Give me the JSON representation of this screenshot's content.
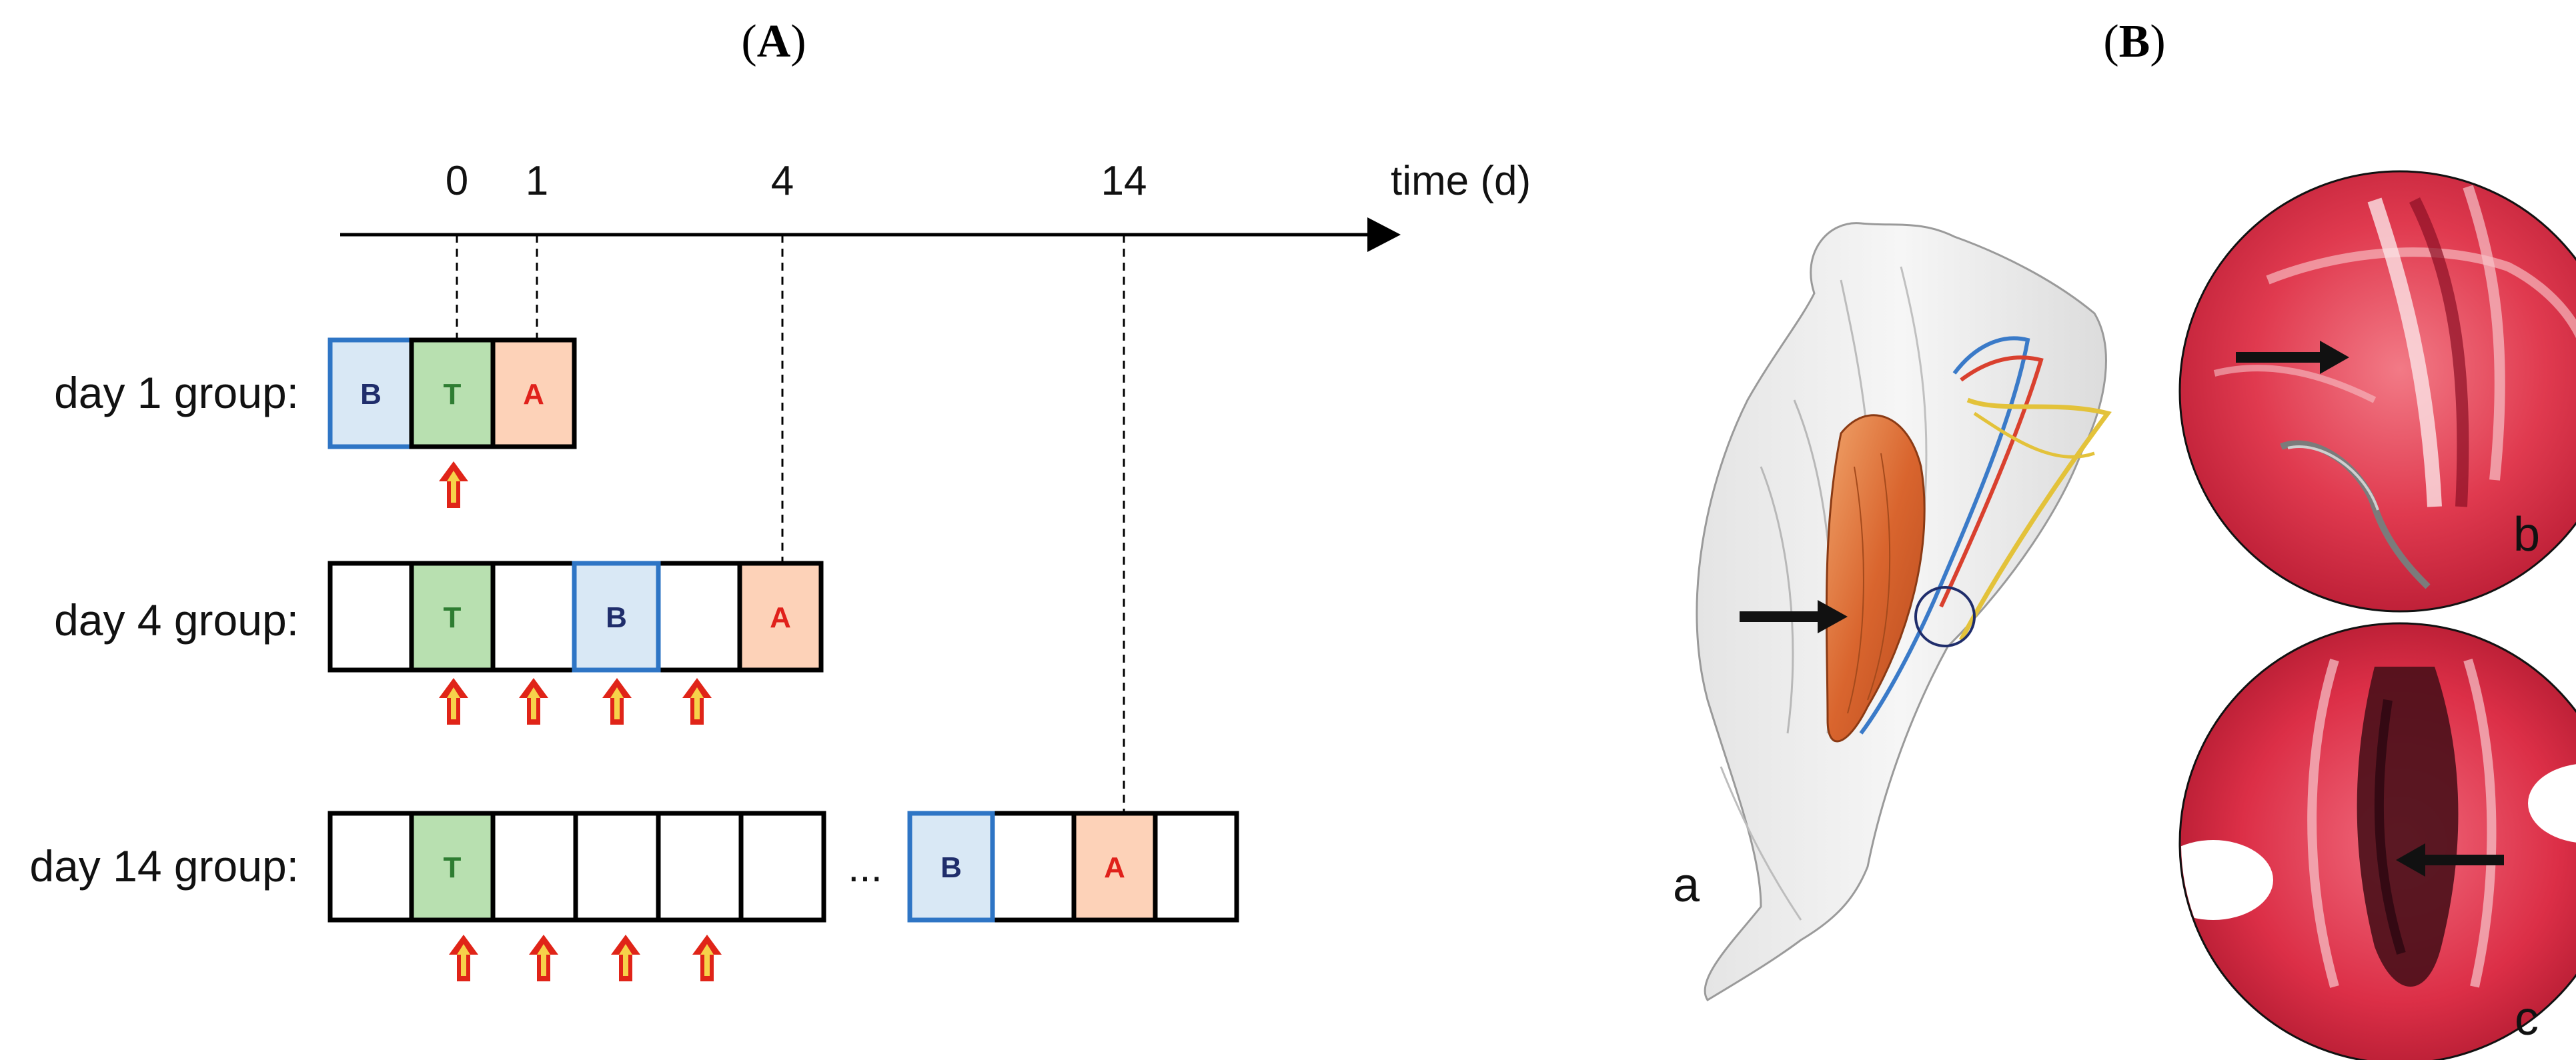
{
  "panels": {
    "a_label_open": "(",
    "a_label_letter": "A",
    "a_label_close": ")",
    "b_label_open": "(",
    "b_label_letter": "B",
    "b_label_close": ")"
  },
  "timeline": {
    "axis_label": "time (d)",
    "ticks": [
      "0",
      "1",
      "4",
      "14"
    ]
  },
  "groups": [
    {
      "label": "day 1 group:"
    },
    {
      "label": "day 4 group:"
    },
    {
      "label": "day 14 group:"
    }
  ],
  "boxes": {
    "b": "B",
    "t": "T",
    "a": "A",
    "ellipsis": "..."
  },
  "colors": {
    "baseline_fill": "#d9e8f5",
    "baseline_border": "#2e75c5",
    "baseline_text": "#1f2d6b",
    "treatment_fill": "#b8e0b0",
    "treatment_text": "#2e7d32",
    "analysis_fill": "#fdd2b8",
    "analysis_text": "#e0211b",
    "arrow_fill": "#e02418",
    "arrow_inner": "#f6d24a",
    "tissue_red": "#d9283c"
  },
  "photos": {
    "label_a": "a",
    "label_b": "b",
    "label_c": "c"
  }
}
